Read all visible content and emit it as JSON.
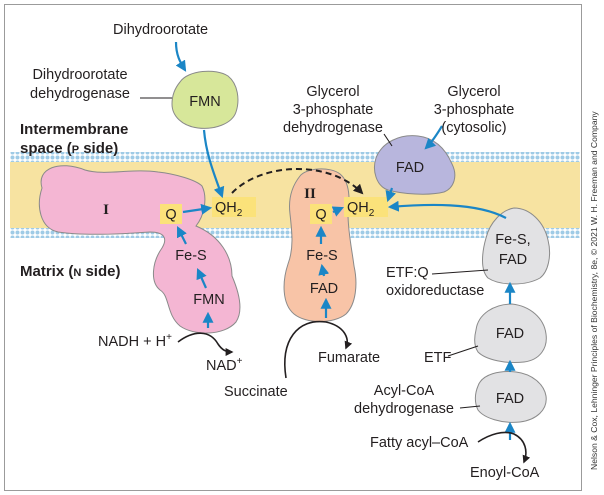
{
  "labels": {
    "dihydroorotate": "Dihydroorotate",
    "dhodh_line1": "Dihydroorotate",
    "dhodh_line2": "dehydrogenase",
    "fmn_top": "FMN",
    "g3pdh_line1": "Glycerol",
    "g3pdh_line2": "3-phosphate",
    "g3pdh_line3": "dehydrogenase",
    "g3p_line1": "Glycerol",
    "g3p_line2": "3-phosphate",
    "g3p_line3": "(cytosolic)",
    "ims_line1": "Intermembrane",
    "ims_line2_a": "space (",
    "ims_line2_p": "P",
    "ims_line2_b": " side)",
    "fad_g3pdh": "FAD",
    "complex_1": "I",
    "complex_2": "II",
    "q1": "Q",
    "qh2_1": "QH",
    "q2": "Q",
    "qh2_2": "QH",
    "sub2": "2",
    "fes_1": "Fe-S",
    "fmn_1": "FMN",
    "fes_2": "Fe-S",
    "fad_2": "FAD",
    "etfq_fes": "Fe-S,",
    "etfq_fad": "FAD",
    "matrix_a": "Matrix (",
    "matrix_n": "N",
    "matrix_b": " side)",
    "etfq_line1": "ETF:Q",
    "etfq_line2": "oxidoreductase",
    "nadh": "NADH + H",
    "plus": "+",
    "nad": "NAD",
    "succinate": "Succinate",
    "fumarate": "Fumarate",
    "etf": "ETF",
    "fad_etf": "FAD",
    "acyl_line1": "Acyl-CoA",
    "acyl_line2": "dehydrogenase",
    "fad_acyl": "FAD",
    "fatty_acyl": "Fatty acyl–CoA",
    "enoyl": "Enoyl-CoA"
  },
  "credit": "Nelson & Cox, Lehninger Principles of Biochemistry, 8e, © 2021 W. H. Freeman and Company",
  "colors": {
    "arrow_blue": "#1b86c6",
    "complex_pink": "#f4b6d3",
    "complex_peach": "#f8c4a7",
    "fmn_green": "#d7e79a",
    "fad_lavender": "#b8b6dd",
    "etf_gray": "#e2e2e4",
    "cofactor_yellow": "#fbe27a",
    "membrane_yellow": "#f7e3a1",
    "head_blue": "#9fcbe6"
  }
}
